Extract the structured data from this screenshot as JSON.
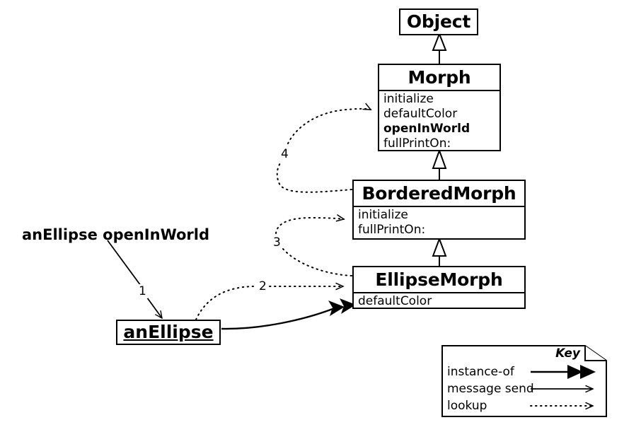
{
  "diagram": {
    "title_text": "anEllipse openInWorld",
    "classes": [
      {
        "id": "object",
        "name": "Object",
        "attrs": []
      },
      {
        "id": "morph",
        "name": "Morph",
        "attrs": [
          {
            "label": "initialize",
            "bold": false
          },
          {
            "label": "defaultColor",
            "bold": false
          },
          {
            "label": "openInWorld",
            "bold": true
          },
          {
            "label": "fullPrintOn:",
            "bold": false
          }
        ]
      },
      {
        "id": "bordered",
        "name": "BorderedMorph",
        "attrs": [
          {
            "label": "initialize",
            "bold": false
          },
          {
            "label": "fullPrintOn:",
            "bold": false
          }
        ]
      },
      {
        "id": "ellipse",
        "name": "EllipseMorph",
        "attrs": [
          {
            "label": "defaultColor",
            "bold": false
          }
        ]
      }
    ],
    "instance": {
      "name": "anEllipse"
    },
    "steps": [
      {
        "number": "1",
        "kind": "message-send",
        "from": "anEllipse openInWorld",
        "to": "anEllipse"
      },
      {
        "number": "2",
        "kind": "lookup",
        "from": "anEllipse",
        "to": "EllipseMorph"
      },
      {
        "number": "3",
        "kind": "lookup",
        "from": "EllipseMorph",
        "to": "BorderedMorph"
      },
      {
        "number": "4",
        "kind": "lookup",
        "from": "BorderedMorph",
        "to": "Morph"
      }
    ],
    "inheritance": [
      {
        "child": "Morph",
        "parent": "Object"
      },
      {
        "child": "BorderedMorph",
        "parent": "Morph"
      },
      {
        "child": "EllipseMorph",
        "parent": "BorderedMorph"
      }
    ],
    "instance_of": {
      "from": "anEllipse",
      "to": "EllipseMorph"
    }
  },
  "key": {
    "title": "Key",
    "rows": [
      {
        "label": "instance-of",
        "arrow": "double-filled-arrow"
      },
      {
        "label": "message send",
        "arrow": "open-arrow"
      },
      {
        "label": "lookup",
        "arrow": "dotted-open-arrow"
      }
    ]
  },
  "colors": {
    "stroke": "#000000",
    "background": "#ffffff"
  }
}
